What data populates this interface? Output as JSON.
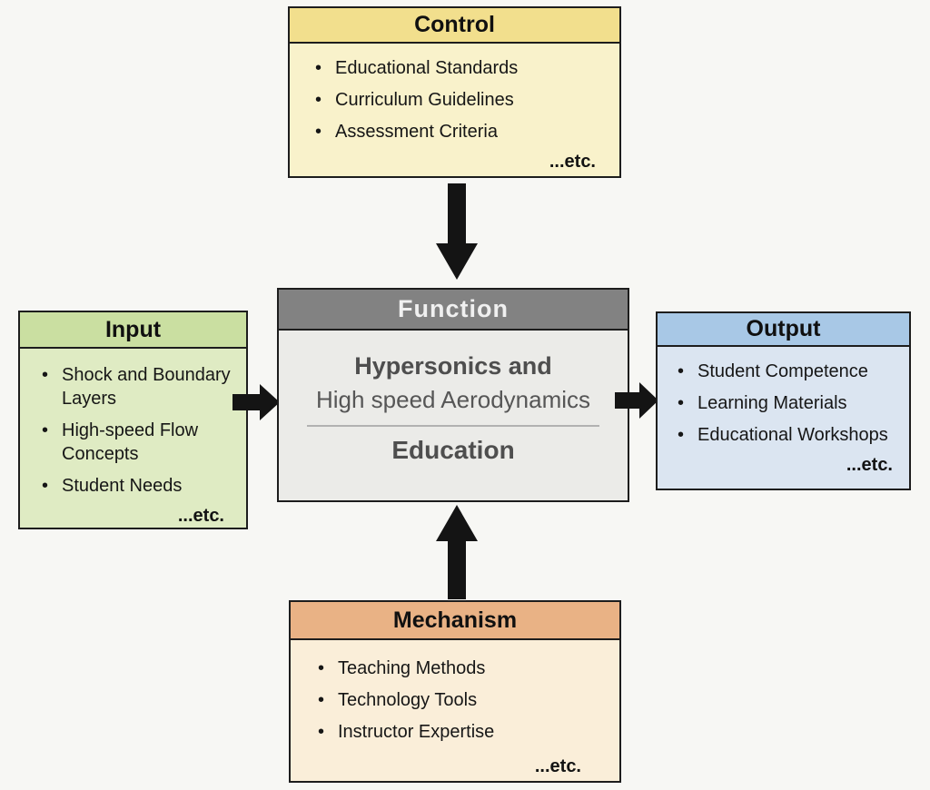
{
  "canvas": {
    "background_color": "#f7f7f4",
    "border_color": "#1d1d1d",
    "arrow_color": "#141414"
  },
  "boxes": {
    "control": {
      "title": "Control",
      "items": [
        "Educational Standards",
        "Curriculum Guidelines",
        "Assessment Criteria"
      ],
      "etc_label": "...etc.",
      "header_color": "#f2df8d",
      "body_color": "#f9f2cb"
    },
    "input": {
      "title": "Input",
      "items": [
        "Shock and Boundary Layers",
        "High-speed Flow Concepts",
        "Student Needs"
      ],
      "etc_label": "...etc.",
      "header_color": "#cadfa1",
      "body_color": "#dfebc3"
    },
    "function": {
      "title": "Function",
      "line1": "Hypersonics and",
      "line2": "High speed Aerodynamics",
      "line3": "Education",
      "header_color": "#828282",
      "header_text_color": "#f0f0f0",
      "body_color": "#ebebe8",
      "body_text_color": "#4e4e4e"
    },
    "output": {
      "title": "Output",
      "items": [
        "Student Competence",
        "Learning Materials",
        "Educational Workshops"
      ],
      "etc_label": "...etc.",
      "header_color": "#a8c8e6",
      "body_color": "#dbe5f1"
    },
    "mechanism": {
      "title": "Mechanism",
      "items": [
        "Teaching Methods",
        "Technology Tools",
        "Instructor Expertise"
      ],
      "etc_label": "...etc.",
      "header_color": "#e9b285",
      "body_color": "#faeed9"
    }
  },
  "arrows": [
    {
      "name": "control-to-function",
      "direction": "down"
    },
    {
      "name": "input-to-function",
      "direction": "right"
    },
    {
      "name": "function-to-output",
      "direction": "right"
    },
    {
      "name": "mechanism-to-function",
      "direction": "up"
    }
  ]
}
